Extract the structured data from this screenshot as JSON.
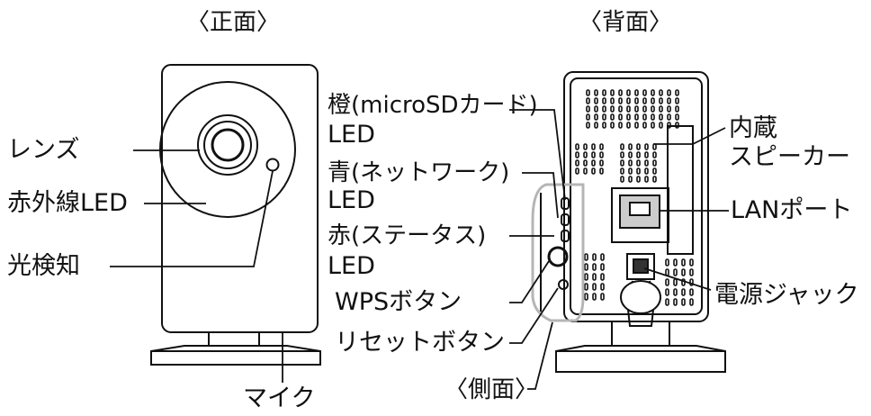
{
  "headings": {
    "front": "〈正面〉",
    "back": "〈背面〉",
    "side": "〈側面〉"
  },
  "front_labels": {
    "lens": "レンズ",
    "ir_led": "赤外線LED",
    "light_sensor": "光検知",
    "mic": "マイク"
  },
  "side_labels": {
    "orange_led_line1": "橙(microSDカード)",
    "orange_led_line2": "LED",
    "blue_led_line1": "青(ネットワーク)",
    "blue_led_line2": "LED",
    "red_led_line1": "赤(ステータス)",
    "red_led_line2": "LED",
    "wps_button": "WPSボタン",
    "reset_button": "リセットボタン"
  },
  "back_labels": {
    "speaker_line1": "内蔵",
    "speaker_line2": "スピーカー",
    "lan_port": "LANポート",
    "power_jack": "電源ジャック"
  },
  "colors": {
    "line": "#111111",
    "side_outline": "#b5b5b5",
    "port_fill": "#cccccc",
    "background": "#ffffff"
  }
}
